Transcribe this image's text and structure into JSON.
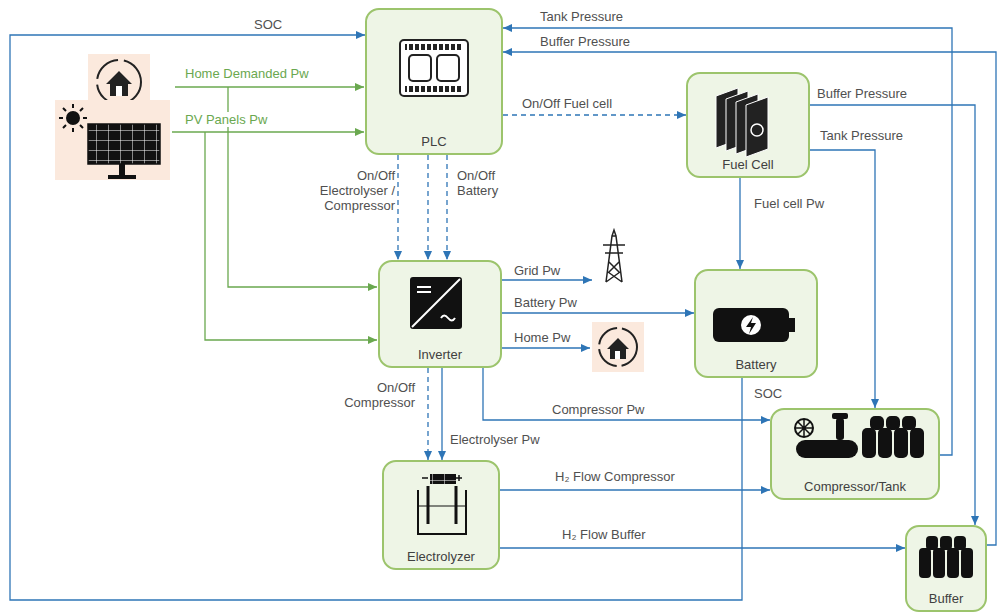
{
  "diagram": {
    "nodes": [
      {
        "text": [
          "PLC"
        ]
      },
      {
        "text": [
          "Fuel Cell"
        ]
      },
      {
        "text": [
          "Inverter"
        ]
      },
      {
        "text": [
          "Battery"
        ]
      },
      {
        "text": [
          "Compressor/Tank"
        ]
      },
      {
        "text": [
          "Electrolyzer"
        ]
      },
      {
        "text": [
          "Buffer"
        ]
      }
    ],
    "edges": [
      {
        "from": 0,
        "to": 1,
        "label": "On/Off Fuel cell",
        "arrow": "to"
      },
      {
        "from": 0,
        "to": 2,
        "label": "On/Off Electrolyser / Compressor",
        "arrow": "to"
      },
      {
        "from": 0,
        "to": 2,
        "arrow": "to"
      },
      {
        "from": 0,
        "to": 2,
        "label": "On/Off Battery",
        "arrow": "to"
      },
      {
        "from": 2,
        "to": 5,
        "label": "On/Off Compressor",
        "arrow": "to"
      },
      {
        "from": 2,
        "to": 5,
        "label": "Electrolyser Pw",
        "arrow": "to"
      },
      {
        "from": 2,
        "to": 3,
        "label": "Battery Pw",
        "arrow": "to"
      },
      {
        "from": 2,
        "to": 4,
        "label": "Compressor Pw",
        "arrow": "to"
      },
      {
        "from": 1,
        "to": 3,
        "label": "Fuel cell Pw",
        "arrow": "to"
      },
      {
        "from": 1,
        "to": 4,
        "label": "Tank Pressure",
        "arrow": "to"
      },
      {
        "from": 1,
        "to": 6,
        "label": "Buffer Pressure",
        "arrow": "to"
      },
      {
        "from": 4,
        "to": 0,
        "label": "Tank Pressure",
        "arrow": "to"
      },
      {
        "from": 6,
        "to": 0,
        "label": "Buffer Pressure",
        "arrow": "to"
      },
      {
        "from": 3,
        "to": 0,
        "label": "SOC",
        "arrow": "to"
      },
      {
        "from": 5,
        "to": 4,
        "label": "H₂ Flow Compressor",
        "arrow": "to"
      },
      {
        "from": 5,
        "to": 6,
        "label": "H₂ Flow Buffer",
        "arrow": "to"
      }
    ],
    "labels": [
      "Home Demanded Pw",
      "PV Panels Pw",
      "Grid Pw",
      "Home Pw",
      "SOC"
    ]
  }
}
